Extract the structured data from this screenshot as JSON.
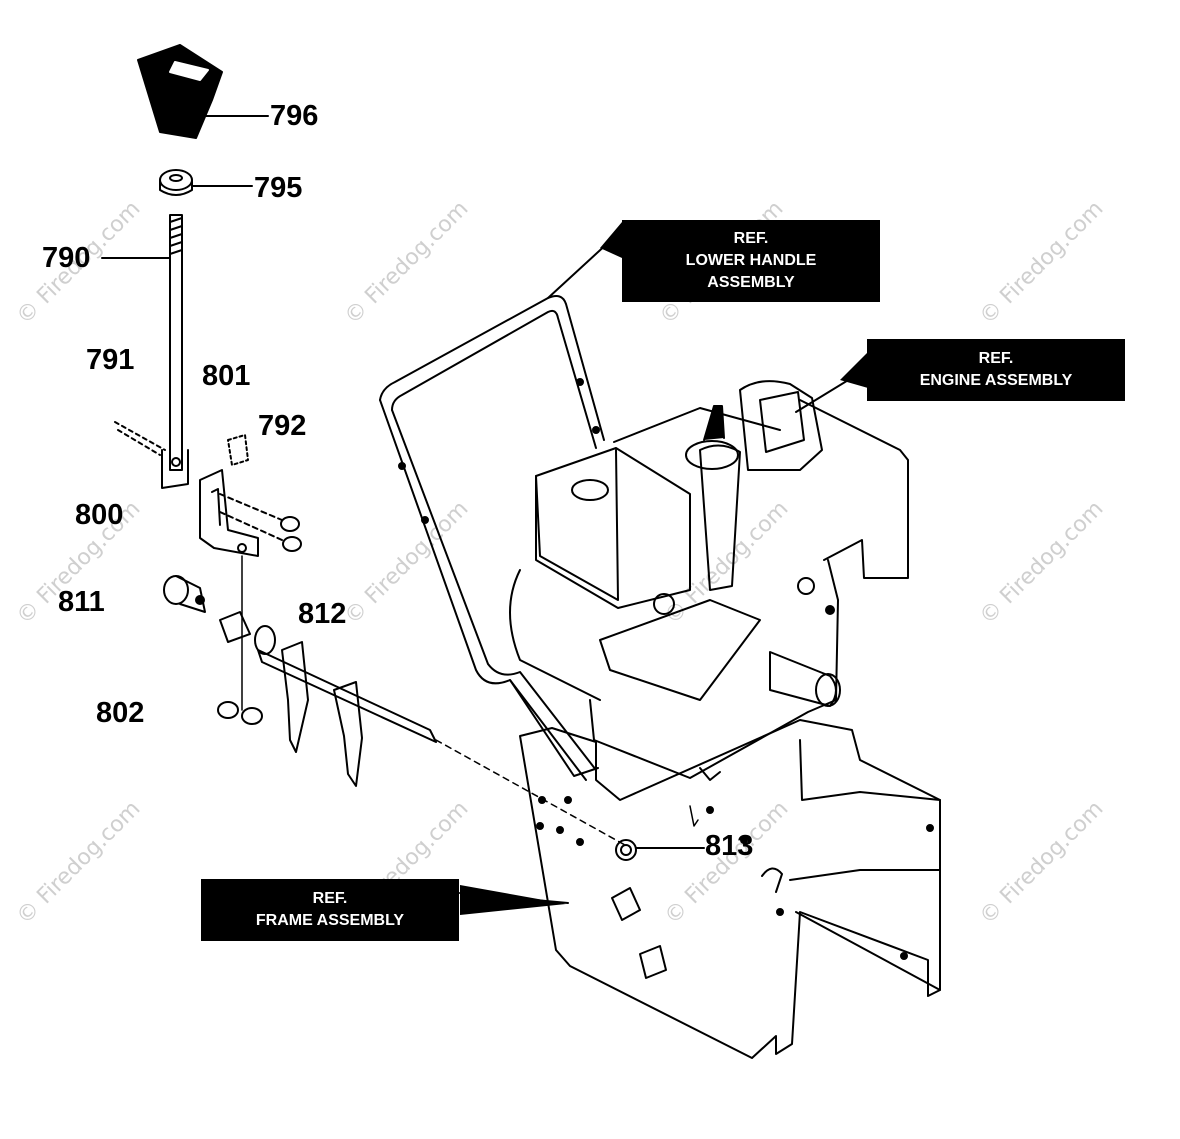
{
  "callouts": {
    "c796": "796",
    "c795": "795",
    "c790": "790",
    "c791": "791",
    "c801": "801",
    "c792": "792",
    "c800": "800",
    "c811": "811",
    "c812": "812",
    "c802": "802",
    "c813": "813"
  },
  "refs": {
    "lower_handle": {
      "line1": "REF.",
      "line2": "LOWER HANDLE",
      "line3": "ASSEMBLY"
    },
    "engine": {
      "line1": "REF.",
      "line2": "ENGINE ASSEMBLY"
    },
    "frame": {
      "line1": "REF.",
      "line2": "FRAME ASSEMBLY"
    }
  },
  "watermark": "© Firedog.com",
  "colors": {
    "ink": "#000000",
    "paper": "#ffffff",
    "watermark": "#cfcfcf"
  }
}
